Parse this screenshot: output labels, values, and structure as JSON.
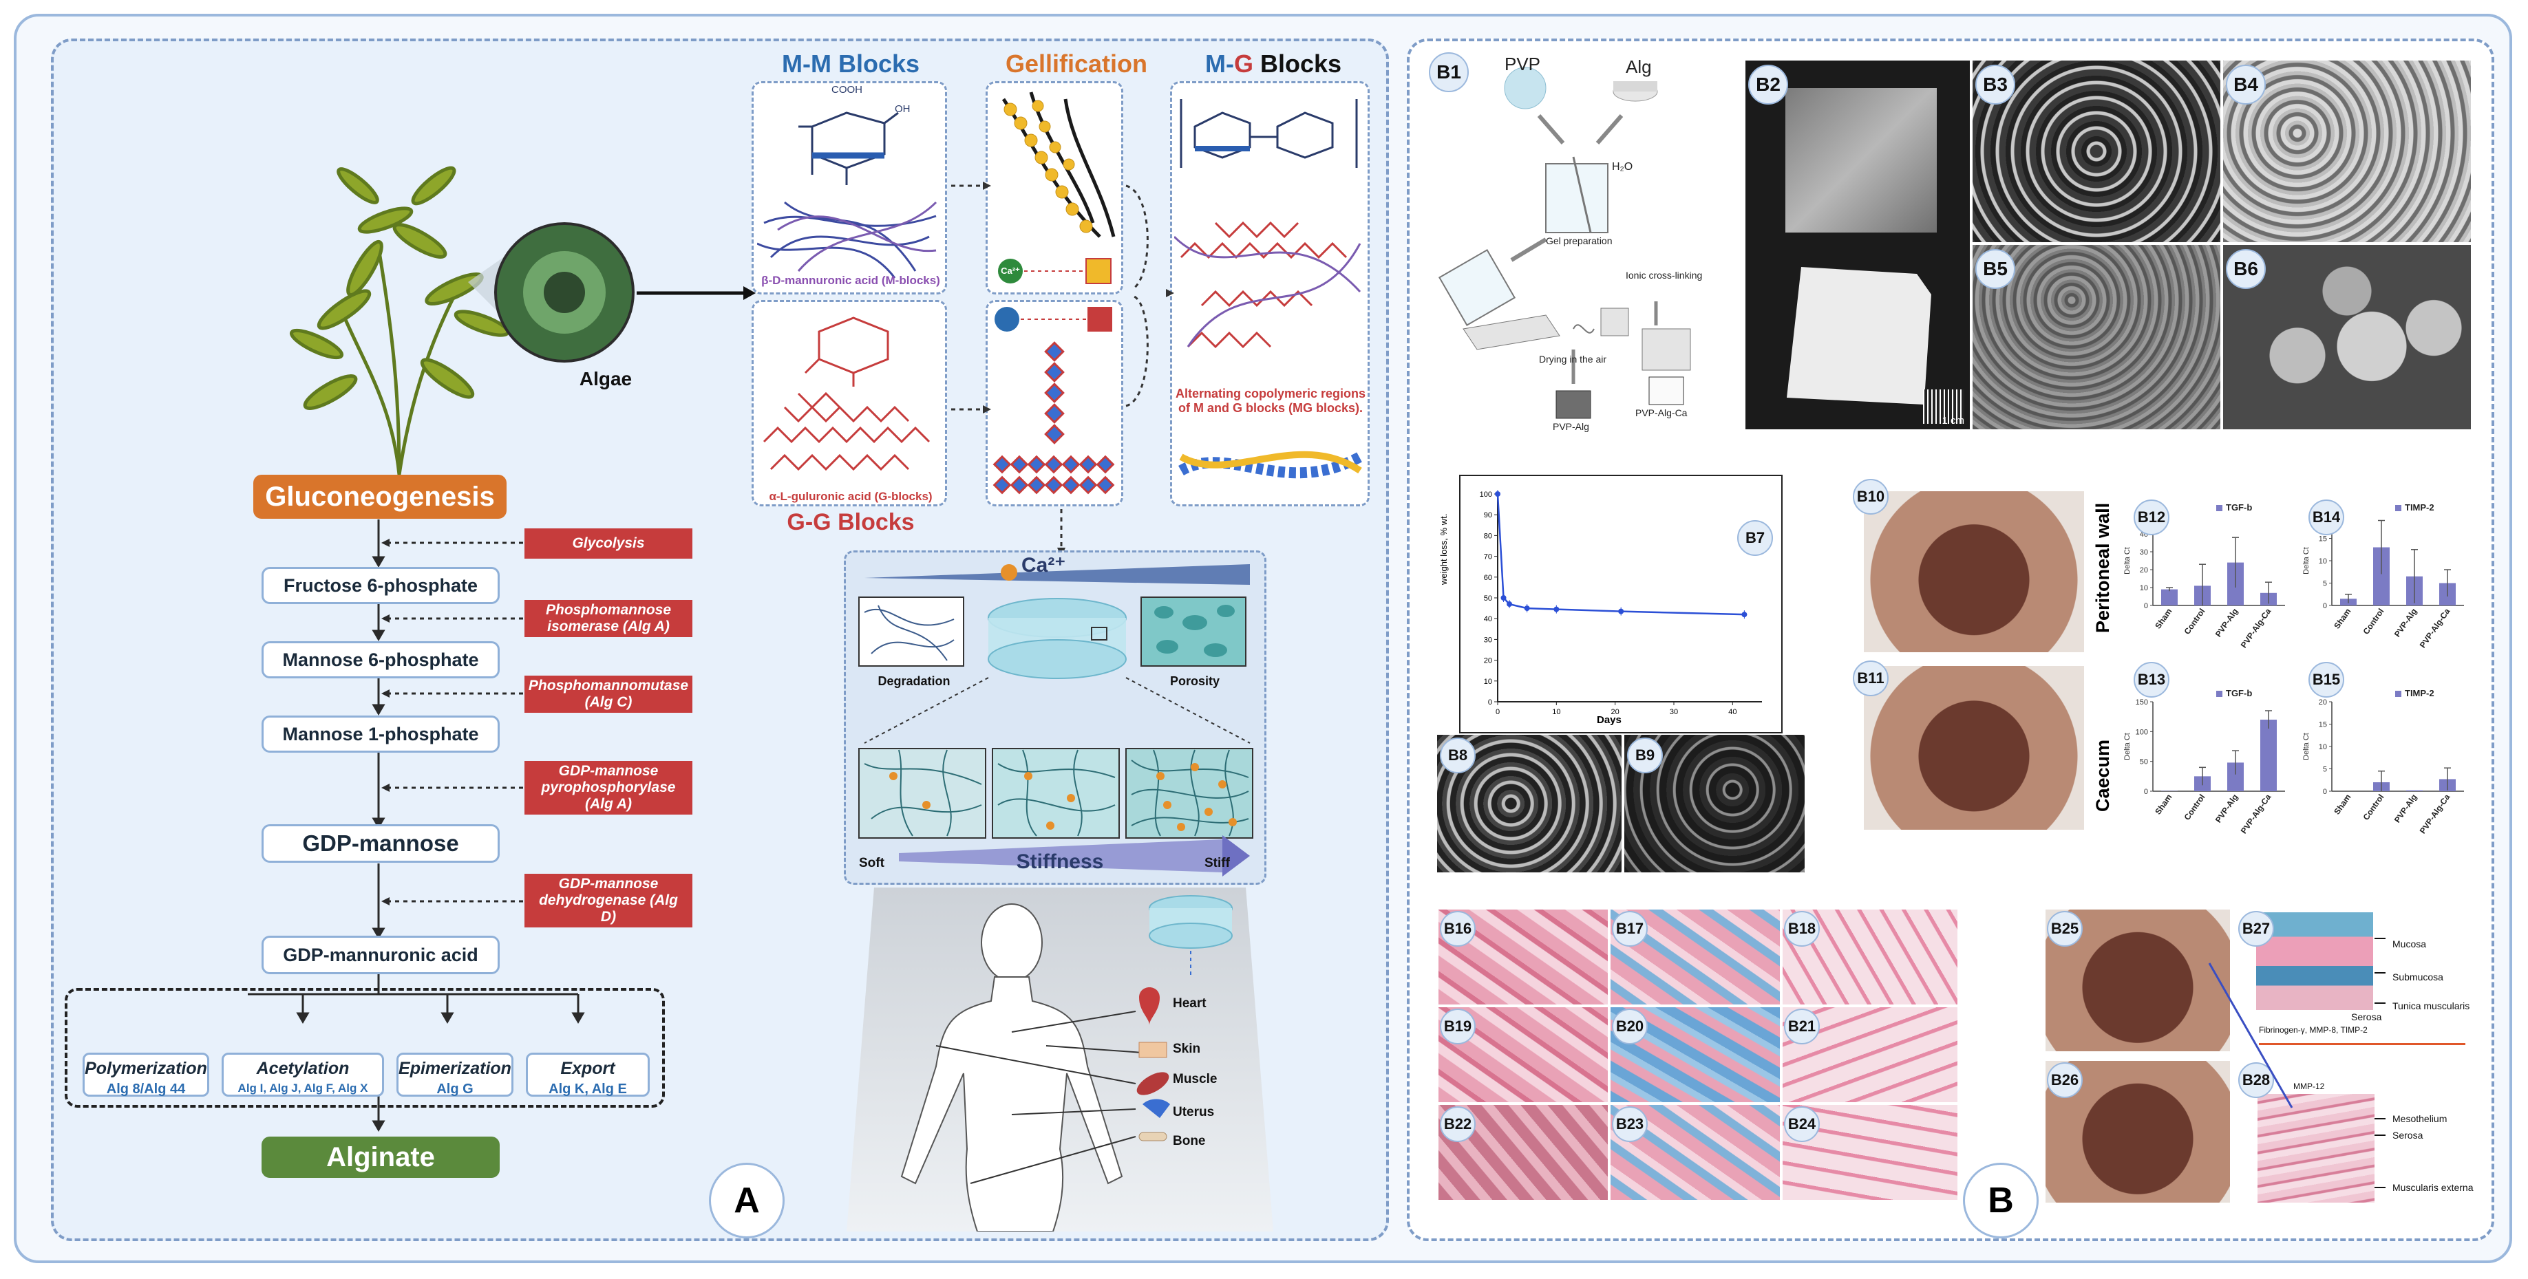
{
  "panel_labels": {
    "a": "A",
    "b": "B"
  },
  "algae_label": "Algae",
  "pathway": {
    "start": "Gluconeogenesis",
    "nodes": [
      "Fructose 6-phosphate",
      "Mannose 6-phosphate",
      "Mannose 1-phosphate",
      "GDP-mannose",
      "GDP-mannuronic acid"
    ],
    "enzymes": [
      "Glycolysis",
      "Phosphomannose isomerase (Alg A)",
      "Phosphomannomutase (Alg C)",
      "GDP-mannose pyrophosphorylase (Alg A)",
      "GDP-mannose dehydrogenase (Alg D)"
    ],
    "fates": [
      {
        "title": "Polymerization",
        "genes": "Alg 8/Alg 44"
      },
      {
        "title": "Acetylation",
        "genes": "Alg I, Alg J, Alg F, Alg X"
      },
      {
        "title": "Epimerization",
        "genes": "Alg G"
      },
      {
        "title": "Export",
        "genes": "Alg K, Alg E"
      }
    ],
    "end": "Alginate"
  },
  "blocks": {
    "mm_title_a": "M-M",
    "mm_title_b": "Blocks",
    "gel_title": "Gellification",
    "mg_title_a": "M-",
    "mg_title_b": "G",
    "mg_title_c": "Blocks",
    "gg_title": "G-G Blocks",
    "m_caption": "β-D-mannuronic acid (M-blocks)",
    "g_caption": "α-L-guluronic acid (G-blocks)",
    "mg_caption": "Alternating copolymeric regions of M and G blocks (MG blocks).",
    "cooh": "COOH",
    "oh": "OH",
    "ca_badge": "Ca²⁺"
  },
  "hydrogel": {
    "ca_label": "Ca²⁺",
    "degradation": "Degradation",
    "porosity": "Porosity",
    "soft": "Soft",
    "stiff": "Stiff",
    "stiffness": "Stiffness"
  },
  "body": {
    "organs": [
      "Heart",
      "Skin",
      "Muscle",
      "Uterus",
      "Bone"
    ]
  },
  "b1": {
    "label": "B1",
    "pvp": "PVP",
    "alg": "Alg",
    "h2o": "H₂O",
    "gel_prep": "Gel preparation",
    "ionic": "Ionic cross-linking",
    "drying": "Drying in the air",
    "pvp_alg": "PVP-Alg",
    "pvp_alg_ca": "PVP-Alg-Ca"
  },
  "image_labels": [
    "B2",
    "B3",
    "B4",
    "B5",
    "B6",
    "B8",
    "B9",
    "B10",
    "B11",
    "B16",
    "B17",
    "B18",
    "B19",
    "B20",
    "B21",
    "B22",
    "B23",
    "B24",
    "B25",
    "B26",
    "B27",
    "B28"
  ],
  "scale_1cm": "1 cm",
  "chart_b7": {
    "label": "B7",
    "xlabel": "Days",
    "ylabel": "weight loss, % wt.",
    "x": [
      0,
      1,
      2,
      5,
      10,
      21,
      42
    ],
    "y": [
      100,
      50,
      47,
      45,
      44.5,
      43.5,
      42
    ],
    "xticks": [
      0,
      10,
      20,
      30,
      40
    ],
    "yticks": [
      0,
      10,
      20,
      30,
      40,
      50,
      60,
      70,
      80,
      90,
      100
    ]
  },
  "chart_data": [
    {
      "type": "bar",
      "id": "B12",
      "legend": "TGF-b",
      "ylabel": "Delta Ct",
      "categories": [
        "Sham",
        "Control",
        "PVP-Alg",
        "PVP-Alg-Ca"
      ],
      "values": [
        9,
        11,
        24,
        7
      ],
      "errors": [
        1,
        12,
        14,
        6
      ],
      "ylim": [
        0,
        50
      ],
      "yticks": [
        0,
        10,
        20,
        30,
        40,
        50
      ]
    },
    {
      "type": "bar",
      "id": "B14",
      "legend": "TIMP-2",
      "ylabel": "Delta Ct",
      "categories": [
        "Sham",
        "Control",
        "PVP-Alg",
        "PVP-Alg-Ca"
      ],
      "values": [
        1.5,
        13,
        6.5,
        5
      ],
      "errors": [
        1,
        6,
        6,
        3
      ],
      "ylim": [
        0,
        20
      ],
      "yticks": [
        0,
        5,
        10,
        15,
        20
      ]
    },
    {
      "type": "bar",
      "id": "B13",
      "legend": "TGF-b",
      "ylabel": "Delta Ct",
      "categories": [
        "Sham",
        "Control",
        "PVP-Alg",
        "PVP-Alg-Ca"
      ],
      "values": [
        0.5,
        25,
        48,
        120
      ],
      "errors": [
        0,
        15,
        20,
        15
      ],
      "ylim": [
        0,
        150
      ],
      "yticks": [
        0,
        50,
        100,
        150
      ]
    },
    {
      "type": "bar",
      "id": "B15",
      "legend": "TIMP-2",
      "ylabel": "Delta Ct",
      "categories": [
        "Sham",
        "Control",
        "PVP-Alg",
        "PVP-Alg-Ca"
      ],
      "values": [
        0,
        2,
        0.2,
        2.7
      ],
      "errors": [
        0,
        2.5,
        0,
        2.5
      ],
      "ylim": [
        0,
        20
      ],
      "yticks": [
        0,
        5,
        10,
        15,
        20
      ]
    }
  ],
  "row_labels": {
    "peritoneal": "Peritoneal wall",
    "caecum": "Caecum"
  },
  "bar_labels": {
    "b12": "B12",
    "b13": "B13",
    "b14": "B14",
    "b15": "B15"
  },
  "histology_labels": {
    "mucosa": "Mucosa",
    "submucosa": "Submucosa",
    "tunica": "Tunica muscularis",
    "serosa": "Serosa",
    "fibrinogen": "Fibrinogen-γ, MMP-8, TIMP-2",
    "mmp12": "MMP-12",
    "mesothelium": "Mesothelium",
    "serosa2": "Serosa",
    "muscularis": "Muscularis externa"
  },
  "colors": {
    "orange": "#d9752b",
    "green": "#5b8a3c",
    "red": "#c63c3c",
    "blue": "#2b6cb0",
    "bar": "#7b7bc4"
  }
}
